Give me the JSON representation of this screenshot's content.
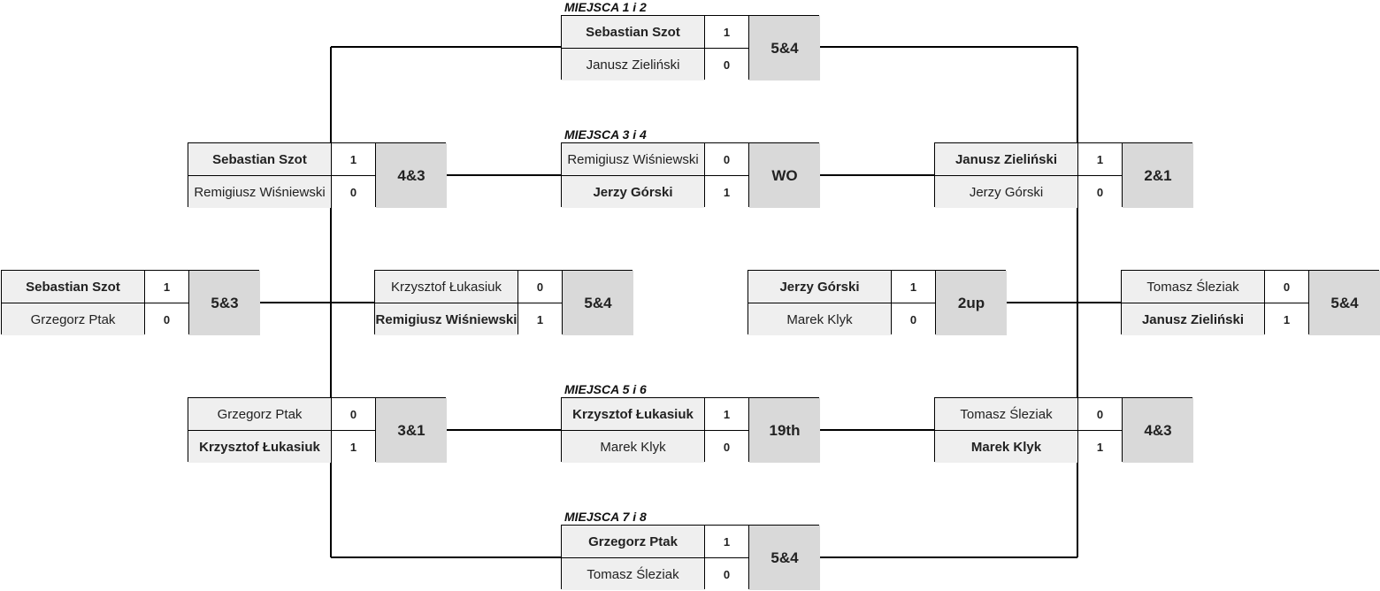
{
  "labels": {
    "places_1_2": "MIEJSCA 1 i 2",
    "places_3_4": "MIEJSCA 3 i 4",
    "places_5_6": "MIEJSCA 5 i 6",
    "places_7_8": "MIEJSCA 7 i 8"
  },
  "matches": {
    "final": {
      "p1": {
        "name": "Sebastian Szot",
        "pts": "1"
      },
      "p2": {
        "name": "Janusz Zieliński",
        "pts": "0"
      },
      "result": "5&4"
    },
    "semi_left": {
      "p1": {
        "name": "Sebastian Szot",
        "pts": "1"
      },
      "p2": {
        "name": "Remigiusz Wiśniewski",
        "pts": "0"
      },
      "result": "4&3"
    },
    "third_place": {
      "p1": {
        "name": "Remigiusz Wiśniewski",
        "pts": "0"
      },
      "p2": {
        "name": "Jerzy Górski",
        "pts": "1"
      },
      "result": "WO"
    },
    "semi_right": {
      "p1": {
        "name": "Janusz Zieliński",
        "pts": "1"
      },
      "p2": {
        "name": "Jerzy Górski",
        "pts": "0"
      },
      "result": "2&1"
    },
    "qf_left_top": {
      "p1": {
        "name": "Sebastian Szot",
        "pts": "1"
      },
      "p2": {
        "name": "Grzegorz Ptak",
        "pts": "0"
      },
      "result": "5&3"
    },
    "qf_left_bottom": {
      "p1": {
        "name": "Krzysztof Łukasiuk",
        "pts": "0"
      },
      "p2": {
        "name": "Remigiusz Wiśniewski",
        "pts": "1"
      },
      "result": "5&4"
    },
    "qf_right_top": {
      "p1": {
        "name": "Jerzy Górski",
        "pts": "1"
      },
      "p2": {
        "name": "Marek Klyk",
        "pts": "0"
      },
      "result": "2up"
    },
    "qf_right_bottom": {
      "p1": {
        "name": "Tomasz Śleziak",
        "pts": "0"
      },
      "p2": {
        "name": "Janusz Zieliński",
        "pts": "1"
      },
      "result": "5&4"
    },
    "cons_left": {
      "p1": {
        "name": "Grzegorz Ptak",
        "pts": "0"
      },
      "p2": {
        "name": "Krzysztof Łukasiuk",
        "pts": "1"
      },
      "result": "3&1"
    },
    "fifth_place": {
      "p1": {
        "name": "Krzysztof Łukasiuk",
        "pts": "1"
      },
      "p2": {
        "name": "Marek Klyk",
        "pts": "0"
      },
      "result": "19th"
    },
    "cons_right": {
      "p1": {
        "name": "Tomasz Śleziak",
        "pts": "0"
      },
      "p2": {
        "name": "Marek Klyk",
        "pts": "1"
      },
      "result": "4&3"
    },
    "seventh_place": {
      "p1": {
        "name": "Grzegorz Ptak",
        "pts": "1"
      },
      "p2": {
        "name": "Tomasz Śleziak",
        "pts": "0"
      },
      "result": "5&4"
    }
  }
}
